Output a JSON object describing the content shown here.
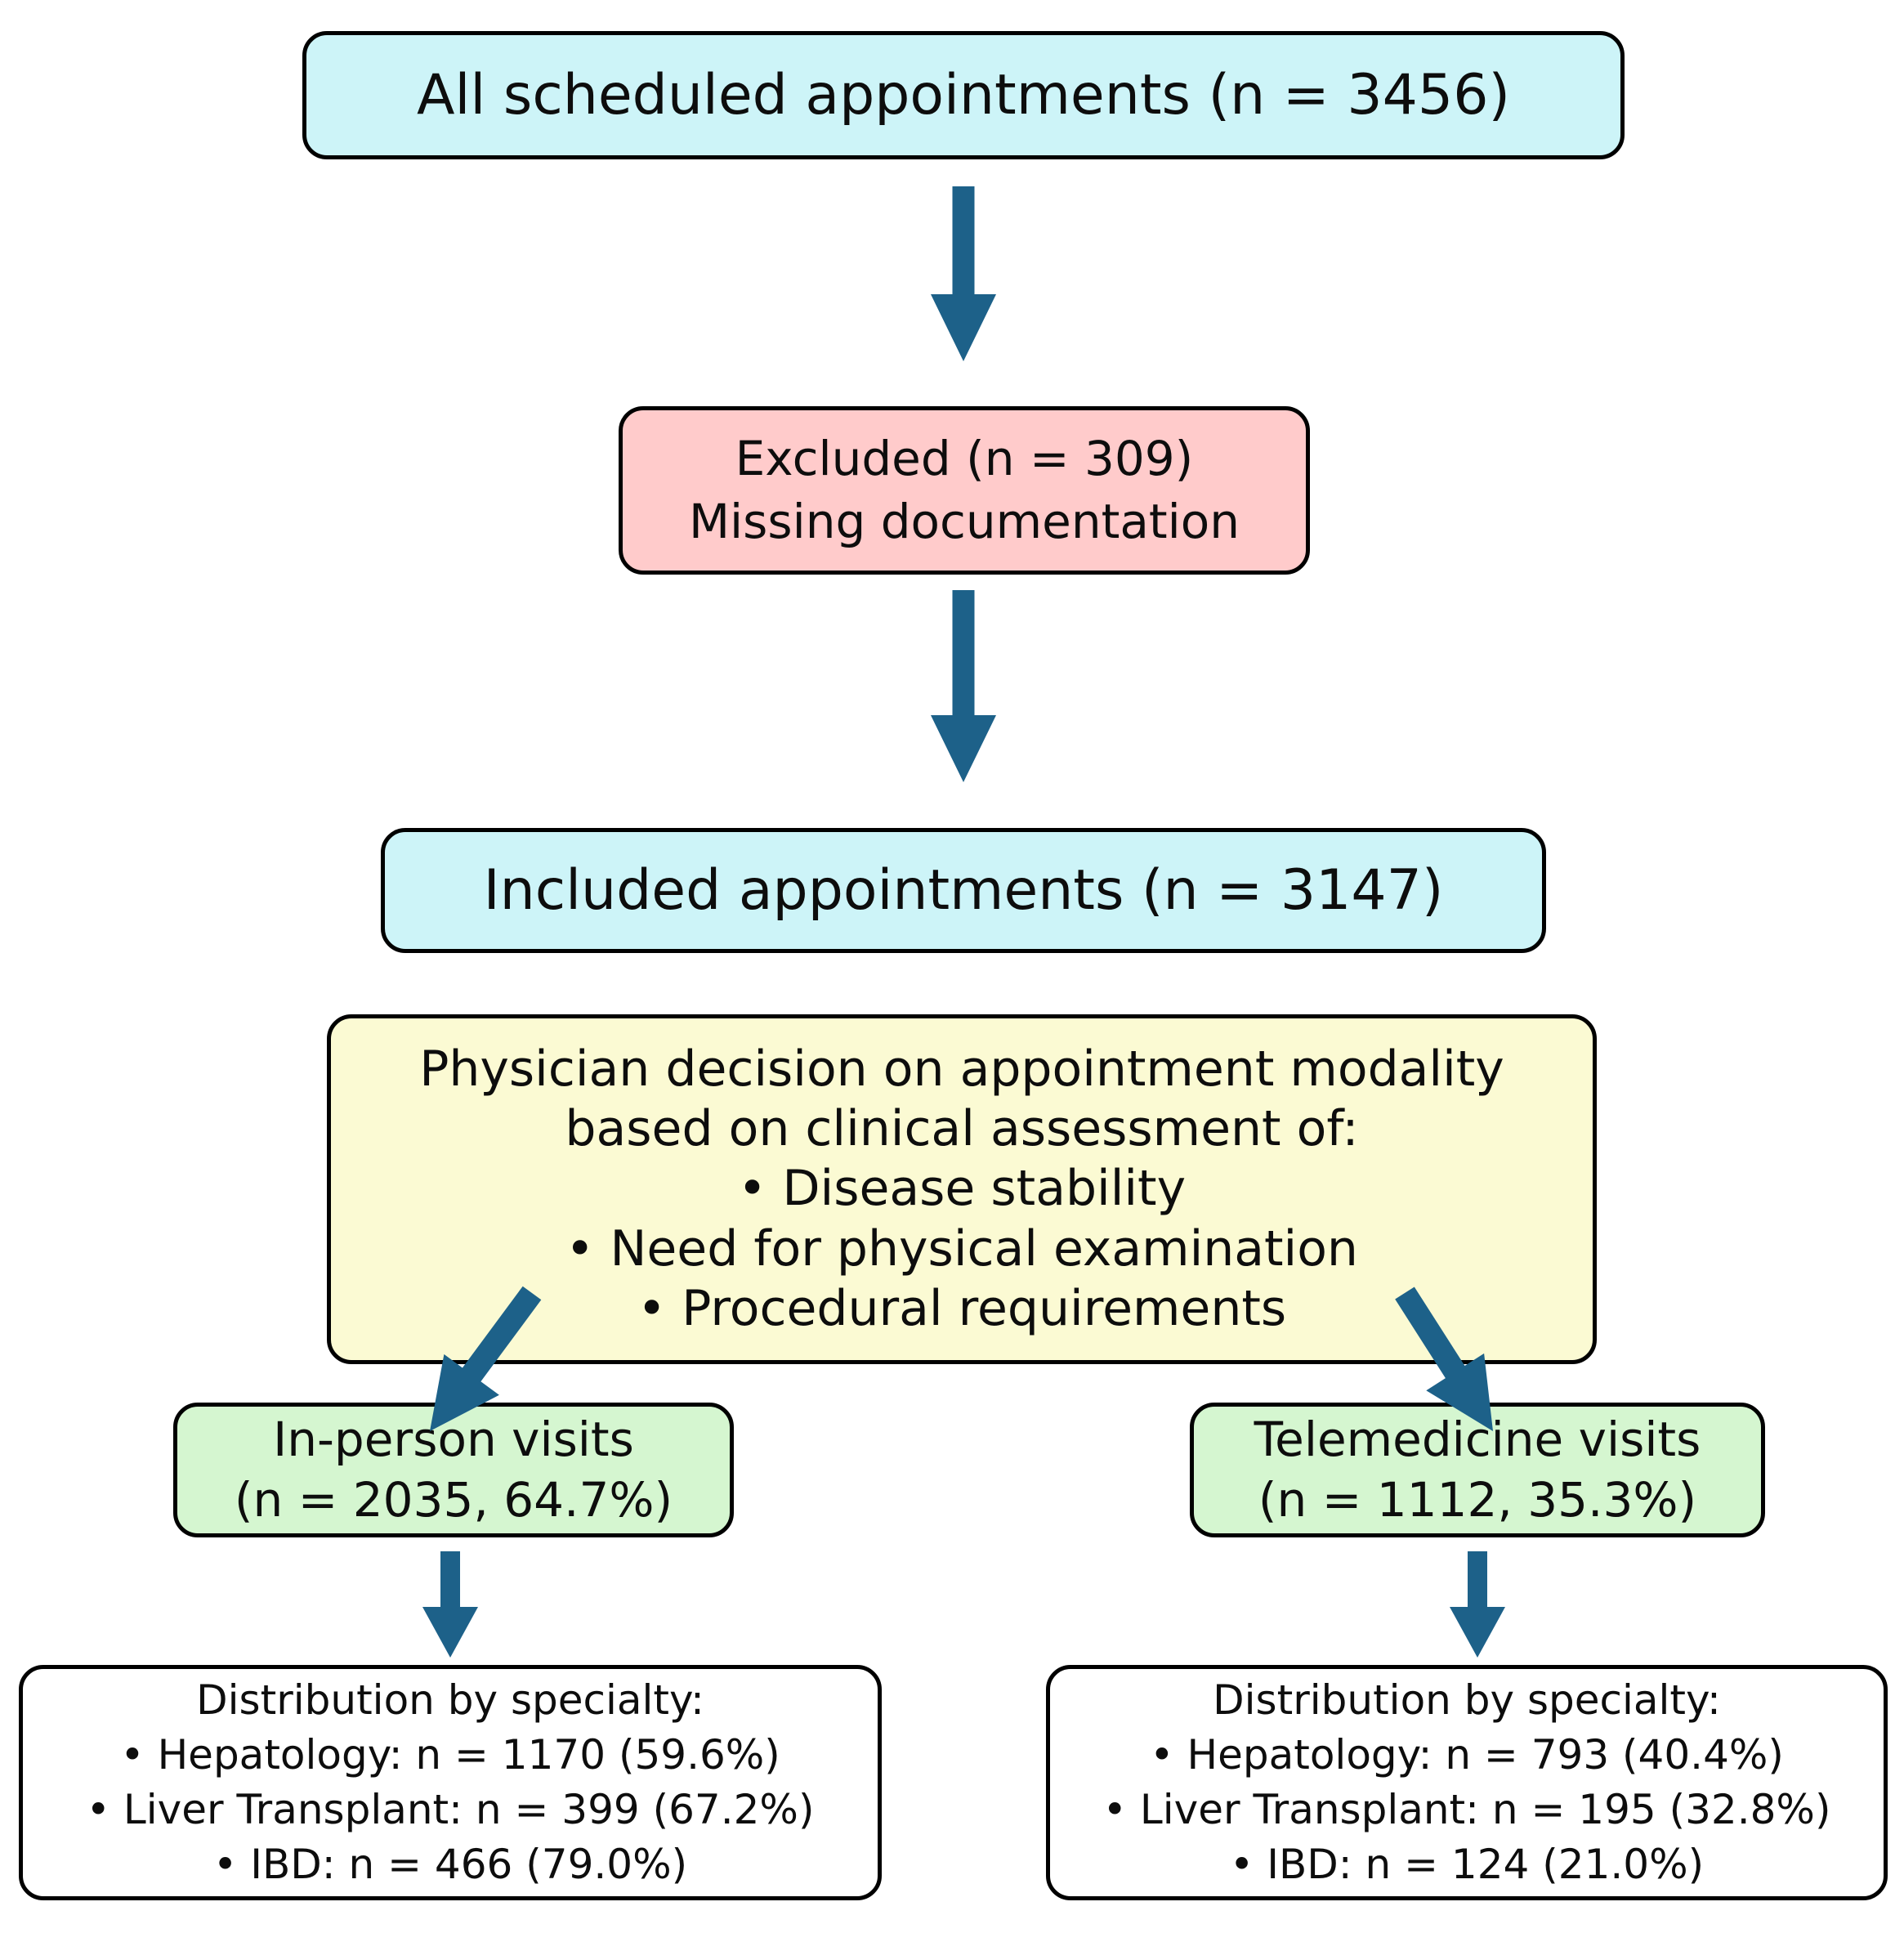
{
  "colors": {
    "cyan": "#cdf4f8",
    "pink": "#ffcbcb",
    "yellow": "#fbfad3",
    "green": "#d5f6d0",
    "white": "#ffffff",
    "arrow": "#1d6189",
    "border": "#000000"
  },
  "flowchart": {
    "all_scheduled": {
      "label": "All scheduled appointments (n = 3456)"
    },
    "excluded": {
      "line1": "Excluded (n = 309)",
      "line2": "Missing documentation"
    },
    "included": {
      "label": "Included appointments (n = 3147)"
    },
    "decision": {
      "line1": "Physician decision on appointment modality",
      "line2": "based on clinical assessment of:",
      "bullets": [
        "• Disease stability",
        "• Need for physical examination",
        "• Procedural requirements"
      ]
    },
    "in_person": {
      "line1": "In-person visits",
      "line2": "(n = 2035, 64.7%)"
    },
    "telemedicine": {
      "line1": "Telemedicine visits",
      "line2": "(n = 1112, 35.3%)"
    },
    "in_person_distribution": {
      "title": "Distribution by specialty:",
      "bullets": [
        "• Hepatology: n = 1170 (59.6%)",
        "• Liver Transplant: n = 399 (67.2%)",
        "• IBD: n = 466 (79.0%)"
      ]
    },
    "telemedicine_distribution": {
      "title": "Distribution by specialty:",
      "bullets": [
        "• Hepatology: n = 793 (40.4%)",
        "• Liver Transplant: n = 195 (32.8%)",
        "• IBD: n = 124 (21.0%)"
      ]
    }
  }
}
